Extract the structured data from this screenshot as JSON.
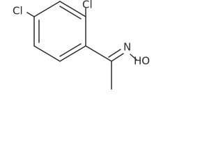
{
  "molecule": {
    "labels": {
      "cl_left": "Cl",
      "cl_right": "Cl",
      "nitrogen": "N",
      "hydroxyl": "HO"
    }
  }
}
